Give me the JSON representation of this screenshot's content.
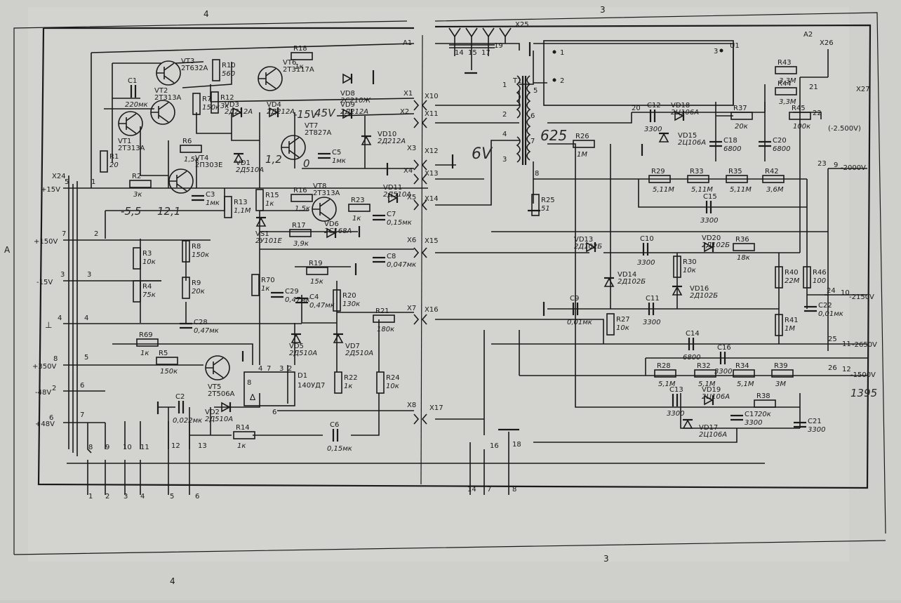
{
  "frame": {
    "col_top_left": "4",
    "col_top_right": "3",
    "col_bottom_left": "4",
    "col_bottom_right": "3",
    "side_label": "A"
  },
  "connectors": [
    "X25",
    "A1",
    "A2",
    "X26",
    "X27",
    "X24",
    "X10",
    "X11",
    "X12",
    "X13",
    "X14",
    "X15",
    "X16",
    "X17",
    "X1",
    "X2",
    "X3",
    "X4",
    "X5",
    "X6",
    "X7",
    "X8"
  ],
  "terminals_left": [
    {
      "label": "+15V",
      "pin": "5",
      "node": "1"
    },
    {
      "label": "+150V",
      "pin": "7",
      "node": "2"
    },
    {
      "label": "-15V",
      "pin": "3",
      "node": "3"
    },
    {
      "label": "⊥",
      "pin": "4",
      "node": "4"
    },
    {
      "label": "+350V",
      "pin": "8",
      "node": "5"
    },
    {
      "label": "-48V",
      "pin": "2",
      "node": "6"
    },
    {
      "label": "+48V",
      "pin": "6",
      "node": "7"
    }
  ],
  "bottom_pins": [
    "8",
    "9",
    "10",
    "11",
    "12",
    "13",
    "1",
    "2",
    "3",
    "4",
    "5",
    "6",
    "16",
    "18",
    "14",
    "7",
    "8"
  ],
  "transistors": [
    {
      "ref": "VT3",
      "type": "2T632A"
    },
    {
      "ref": "VT6",
      "type": "2T3117A"
    },
    {
      "ref": "VT1",
      "type": "2T313A"
    },
    {
      "ref": "VT2",
      "type": "2T313A"
    },
    {
      "ref": "VT4",
      "type": "2П303Е"
    },
    {
      "ref": "VT7",
      "type": "2T827A"
    },
    {
      "ref": "VT8",
      "type": "2T313A"
    },
    {
      "ref": "VT5",
      "type": "2T506A"
    }
  ],
  "resistors": [
    {
      "ref": "R18",
      "value": "1к"
    },
    {
      "ref": "R10",
      "value": "560"
    },
    {
      "ref": "R7",
      "value": "150к"
    },
    {
      "ref": "R12",
      "value": "3к"
    },
    {
      "ref": "R1",
      "value": "20"
    },
    {
      "ref": "R6",
      "value": "1,5к"
    },
    {
      "ref": "R2",
      "value": "3к"
    },
    {
      "ref": "R15",
      "value": "1к"
    },
    {
      "ref": "R13",
      "value": "1,1M"
    },
    {
      "ref": "R16",
      "value": "1,5к"
    },
    {
      "ref": "R23",
      "value": "1к"
    },
    {
      "ref": "R17",
      "value": "3,9к"
    },
    {
      "ref": "R8",
      "value": "150к"
    },
    {
      "ref": "R3",
      "value": "10к"
    },
    {
      "ref": "R4",
      "value": "75к"
    },
    {
      "ref": "R9",
      "value": "20к"
    },
    {
      "ref": "R19",
      "value": "15к"
    },
    {
      "ref": "R70",
      "value": "1к"
    },
    {
      "ref": "R20",
      "value": "130к"
    },
    {
      "ref": "R21",
      "value": "180к"
    },
    {
      "ref": "R69",
      "value": "1к"
    },
    {
      "ref": "R5",
      "value": "150к"
    },
    {
      "ref": "R22",
      "value": "1к"
    },
    {
      "ref": "R24",
      "value": "10к"
    },
    {
      "ref": "R14",
      "value": "1к"
    },
    {
      "ref": "R26",
      "value": "1M"
    },
    {
      "ref": "R25",
      "value": "51"
    },
    {
      "ref": "R43",
      "value": "3,3M"
    },
    {
      "ref": "R44",
      "value": "3,3M"
    },
    {
      "ref": "R37",
      "value": "20к"
    },
    {
      "ref": "R45",
      "value": "100к"
    },
    {
      "ref": "R29",
      "value": "5,11M"
    },
    {
      "ref": "R33",
      "value": "5,11M"
    },
    {
      "ref": "R35",
      "value": "5,11M"
    },
    {
      "ref": "R42",
      "value": "3,6M"
    },
    {
      "ref": "R36",
      "value": "18к"
    },
    {
      "ref": "R30",
      "value": "10к"
    },
    {
      "ref": "R40",
      "value": "22M"
    },
    {
      "ref": "R46",
      "value": "100"
    },
    {
      "ref": "R27",
      "value": "10к"
    },
    {
      "ref": "R41",
      "value": "1M"
    },
    {
      "ref": "R28",
      "value": "5,1M"
    },
    {
      "ref": "R32",
      "value": "5,1M"
    },
    {
      "ref": "R34",
      "value": "5,1M"
    },
    {
      "ref": "R39",
      "value": "3M"
    },
    {
      "ref": "R38",
      "value": "20к"
    }
  ],
  "capacitors": [
    {
      "ref": "C1",
      "value": "220мк"
    },
    {
      "ref": "C5",
      "value": "1мк"
    },
    {
      "ref": "C3",
      "value": "1мк"
    },
    {
      "ref": "C7",
      "value": "0,15мк"
    },
    {
      "ref": "C8",
      "value": "0,047мк"
    },
    {
      "ref": "C29",
      "value": "0,47мк"
    },
    {
      "ref": "C4",
      "value": "0,47мк"
    },
    {
      "ref": "C28",
      "value": "0,47мк"
    },
    {
      "ref": "C2",
      "value": "0,022мк"
    },
    {
      "ref": "C6",
      "value": "0,15мк"
    },
    {
      "ref": "C12",
      "value": "3300"
    },
    {
      "ref": "C18",
      "value": "6800"
    },
    {
      "ref": "C20",
      "value": "6800"
    },
    {
      "ref": "C15",
      "value": "3300"
    },
    {
      "ref": "C10",
      "value": "3300"
    },
    {
      "ref": "C9",
      "value": "0,01мк"
    },
    {
      "ref": "C11",
      "value": "3300"
    },
    {
      "ref": "C22",
      "value": "0,01мк"
    },
    {
      "ref": "C14",
      "value": "6800"
    },
    {
      "ref": "C16",
      "value": "3300"
    },
    {
      "ref": "C13",
      "value": "3300"
    },
    {
      "ref": "C17",
      "value": "3300"
    },
    {
      "ref": "C21",
      "value": "3300"
    }
  ],
  "diodes": [
    {
      "ref": "VD8",
      "type": "2C210Ж"
    },
    {
      "ref": "VD3",
      "type": "2Д212А"
    },
    {
      "ref": "VD4",
      "type": "2Д212А"
    },
    {
      "ref": "VD9",
      "type": "2Д212А"
    },
    {
      "ref": "VD10",
      "type": "2Д212А"
    },
    {
      "ref": "VD1",
      "type": "2Д510А"
    },
    {
      "ref": "VD11",
      "type": "2Д510А"
    },
    {
      "ref": "VS1",
      "type": "2У101Е"
    },
    {
      "ref": "VD6",
      "type": "2C168А"
    },
    {
      "ref": "VD5",
      "type": "2Д510А"
    },
    {
      "ref": "VD7",
      "type": "2Д510А"
    },
    {
      "ref": "VD2",
      "type": "2Д510А"
    },
    {
      "ref": "VD18",
      "type": "2Ц106А"
    },
    {
      "ref": "VD15",
      "type": "2Ц106А"
    },
    {
      "ref": "VD13",
      "type": "2Д102Б"
    },
    {
      "ref": "VD14",
      "type": "2Д102Б"
    },
    {
      "ref": "VD20",
      "type": "2Д102Б"
    },
    {
      "ref": "VD16",
      "type": "2Д102Б"
    },
    {
      "ref": "VD19",
      "type": "2Ц106А"
    },
    {
      "ref": "VD17",
      "type": "2Ц106А"
    }
  ],
  "ic": {
    "ref": "D1",
    "type": "140УД7",
    "pins": [
      "8",
      "4",
      "7",
      "3",
      "2",
      "6"
    ]
  },
  "transformer": {
    "ref": "T1",
    "pins": [
      "1",
      "2",
      "4",
      "3",
      "5",
      "6",
      "7",
      "8"
    ]
  },
  "module": {
    "ref": "U1",
    "pins": [
      "1",
      "2",
      "3"
    ]
  },
  "voltage_labels": [
    "(-2.500V)",
    "-2000V",
    "-2150V",
    "-2650V",
    "-1500V"
  ],
  "handwritten": [
    "-15V",
    "45V",
    "1,2",
    "0",
    "-5,5",
    "12,1",
    "6V",
    "625",
    "1395"
  ],
  "net_numbers": [
    "20",
    "21",
    "22",
    "23",
    "24",
    "25",
    "26",
    "9",
    "10",
    "11",
    "12",
    "19",
    "14",
    "15",
    "17"
  ]
}
